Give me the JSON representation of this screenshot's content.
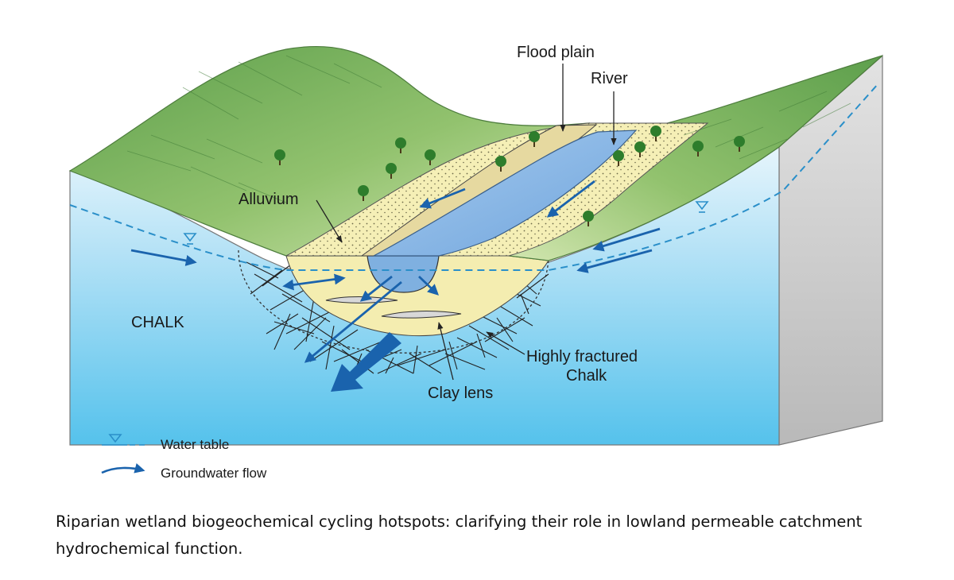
{
  "labels": {
    "flood_plain": "Flood plain",
    "river": "River",
    "alluvium": "Alluvium",
    "chalk": "CHALK",
    "clay_lens": "Clay lens",
    "highly_fractured_line1": "Highly fractured",
    "highly_fractured_line2": "Chalk"
  },
  "legend": {
    "water_table": "Water table",
    "groundwater_flow": "Groundwater flow"
  },
  "caption": "Riparian wetland biogeochemical cycling hotspots: clarifying their role in lowland permeable catchment hydrochemical function.",
  "colors": {
    "chalk_top": "#cdeaf8",
    "chalk_bottom": "#5cc6ee",
    "hill_light": "#c6e0a2",
    "hill_dark": "#5aa14a",
    "alluvium": "#f4edb0",
    "river": "#7fb0e0",
    "arrow": "#1a63ad",
    "water_table": "#2a8fc9"
  }
}
